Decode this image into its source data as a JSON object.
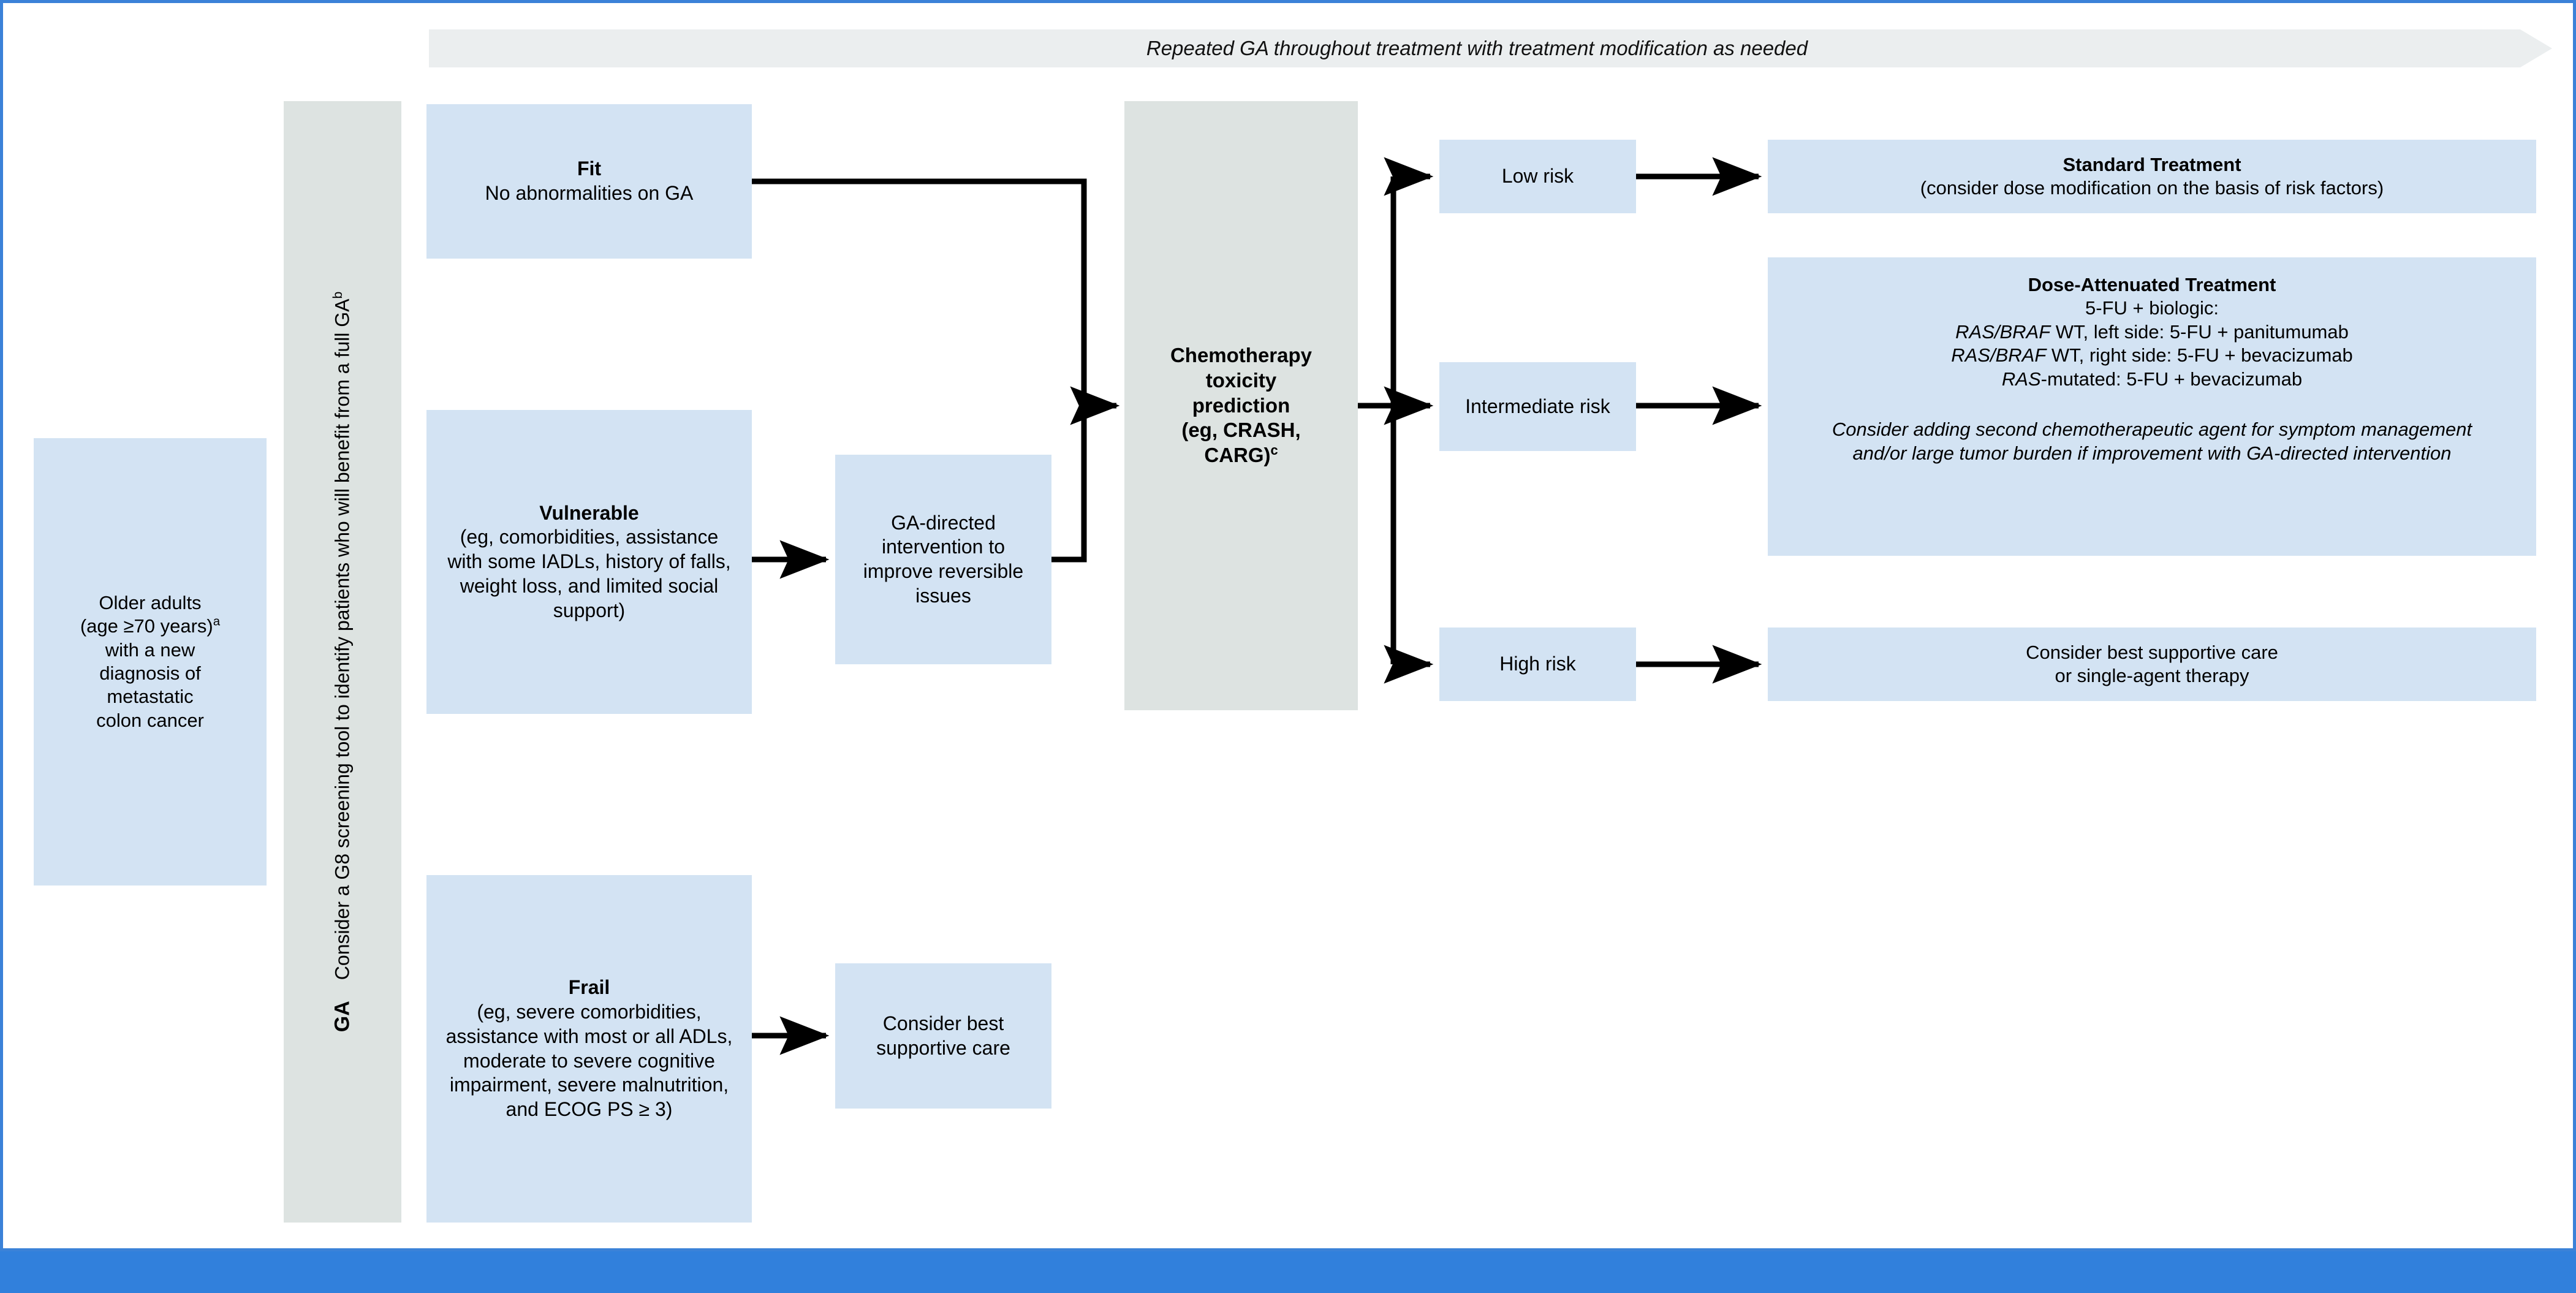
{
  "figure": {
    "type": "clinical-treatment-flowchart",
    "topic": "Geriatric assessment-guided treatment algorithm for older adults with metastatic colon cancer"
  },
  "colors": {
    "node_blue": "#d3e3f3",
    "node_gray": "#dde3e1",
    "banner_gray": "#ebeeef",
    "frame_blue": "#3b82d8",
    "band_blue": "#3180dc",
    "connector_black": "#000000"
  },
  "banner": {
    "text": "Repeated GA throughout treatment with treatment modification as needed"
  },
  "ga_strip": {
    "label": "GA",
    "description": "Consider a G8 screening tool to identify patients who will benefit from a full GA",
    "footnote": "b"
  },
  "population": {
    "line1": "Older adults",
    "line2": "(age ≥70 years)",
    "line2_footnote": "a",
    "line3": "with a new",
    "line4": "diagnosis of",
    "line5": "metastatic",
    "line6": "colon cancer"
  },
  "categories": [
    {
      "id": "fit",
      "title": "Fit",
      "body": "No abnormalities on GA"
    },
    {
      "id": "vulnerable",
      "title": "Vulnerable",
      "body": "(eg, comorbidities, assistance with some IADLs, history of falls, weight loss, and limited social support)"
    },
    {
      "id": "frail",
      "title": "Frail",
      "body": "(eg, severe comorbidities, assistance with most or all ADLs, moderate to severe cognitive impairment, severe malnutrition, and ECOG PS ≥ 3)"
    }
  ],
  "intervention": {
    "text": "GA-directed intervention to improve reversible issues"
  },
  "frail_outcome": {
    "text": "Consider best supportive care"
  },
  "prediction": {
    "line1": "Chemotherapy",
    "line2": "toxicity",
    "line3": "prediction",
    "line4": "(eg, CRASH,",
    "line5": "CARG)",
    "footnote": "c"
  },
  "risk_levels": [
    {
      "id": "low",
      "label": "Low risk"
    },
    {
      "id": "intermediate",
      "label": "Intermediate risk"
    },
    {
      "id": "high",
      "label": "High risk"
    }
  ],
  "treatments": {
    "standard": {
      "title": "Standard Treatment",
      "body": "(consider dose modification on the basis of risk factors)"
    },
    "dose_attenuated": {
      "title": "Dose-Attenuated Treatment",
      "line1": "5-FU + biologic:",
      "line2_gene": "RAS/BRAF",
      "line2_rest": " WT, left side:  5-FU + panitumumab",
      "line3_gene": "RAS/BRAF",
      "line3_rest": " WT, right side: 5-FU + bevacizumab",
      "line4_gene": "RAS",
      "line4_rest": "-mutated: 5-FU + bevacizumab",
      "note": "Consider adding second chemotherapeutic agent for symptom management and/or large tumor burden if improvement with GA-directed intervention"
    },
    "supportive": {
      "line1": "Consider best supportive care",
      "line2": "or single-agent therapy"
    }
  }
}
